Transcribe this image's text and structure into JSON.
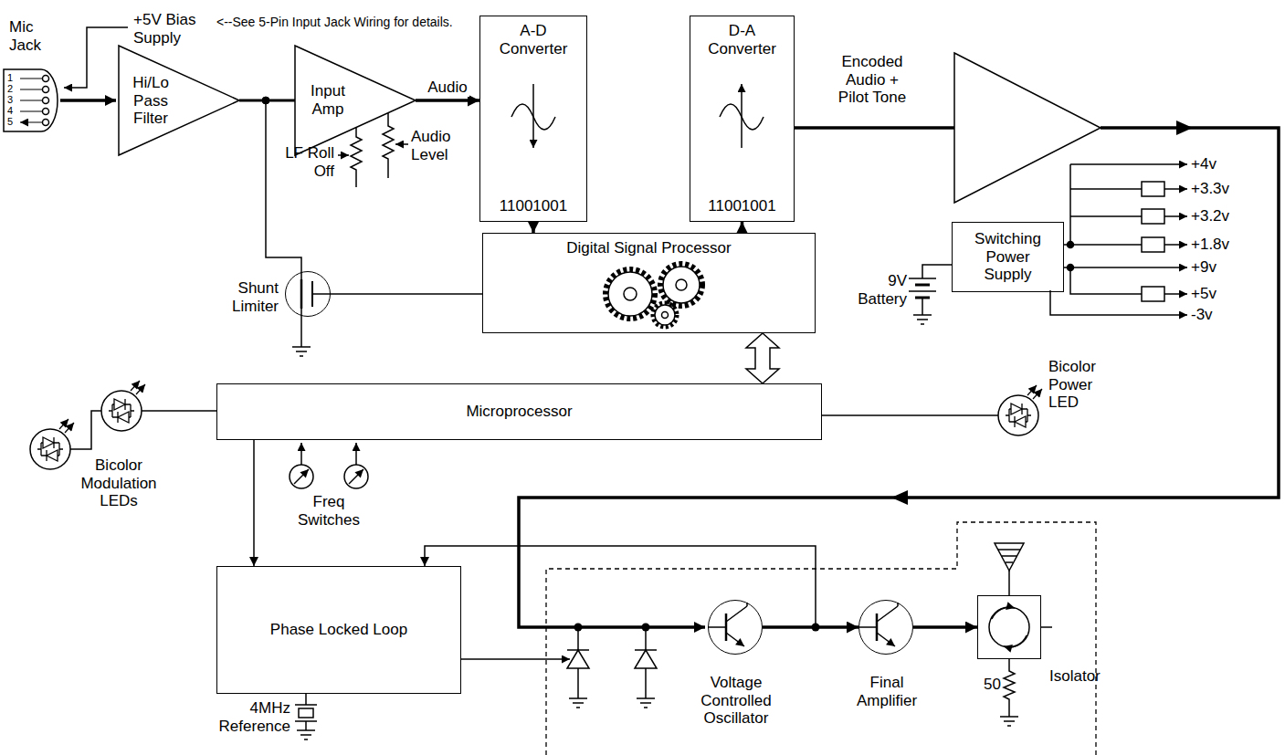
{
  "diagram": {
    "nodes": [
      {
        "text": [
          "Hi/Lo Pass Filter"
        ]
      },
      {
        "text": [
          "Input Amp"
        ]
      },
      {
        "text": [
          "A-D Converter",
          "11001001"
        ]
      },
      {
        "text": [
          "D-A Converter",
          "11001001"
        ]
      },
      {
        "text": [
          "Digital Signal Processor"
        ]
      },
      {
        "text": [
          "Shunt Limiter"
        ]
      },
      {
        "text": [
          "Switching Power Supply"
        ]
      },
      {
        "text": [
          "Microprocessor"
        ]
      },
      {
        "text": [
          "Phase Locked Loop"
        ]
      },
      {
        "text": [
          "Voltage Controlled Oscillator"
        ]
      },
      {
        "text": [
          "Final Amplifier"
        ]
      },
      {
        "text": [
          "Isolator"
        ]
      }
    ],
    "edges": [
      {
        "from": 0,
        "to": 1,
        "arrow": "none"
      },
      {
        "from": 1,
        "to": 2,
        "label": "Audio",
        "arrow": "to"
      },
      {
        "from": 2,
        "to": 4,
        "arrow": "to"
      },
      {
        "from": 4,
        "to": 3,
        "arrow": "to"
      },
      {
        "from": 4,
        "to": 7,
        "arrow": "both"
      },
      {
        "from": 4,
        "to": 5,
        "arrow": "none"
      },
      {
        "from": 7,
        "to": 8,
        "arrow": "to"
      },
      {
        "from": 9,
        "to": 8,
        "arrow": "to"
      },
      {
        "from": 9,
        "to": 10,
        "arrow": "to"
      },
      {
        "from": 10,
        "to": 11,
        "arrow": "to"
      }
    ],
    "labels": [
      "Mic Jack",
      "+5V Bias Supply",
      "<--See 5-Pin Input Jack Wiring for details.",
      "1",
      "2",
      "3",
      "4",
      "5",
      "LF Roll Off",
      "Audio Level",
      "Encoded Audio + Pilot Tone",
      "+4v",
      "+3.3v",
      "+3.2v",
      "+1.8v",
      "+9v",
      "+5v",
      "-3v",
      "9V Battery",
      "Bicolor Power LED",
      "Bicolor Modulation LEDs",
      "Freq Switches",
      "4MHz Reference",
      "50"
    ]
  }
}
